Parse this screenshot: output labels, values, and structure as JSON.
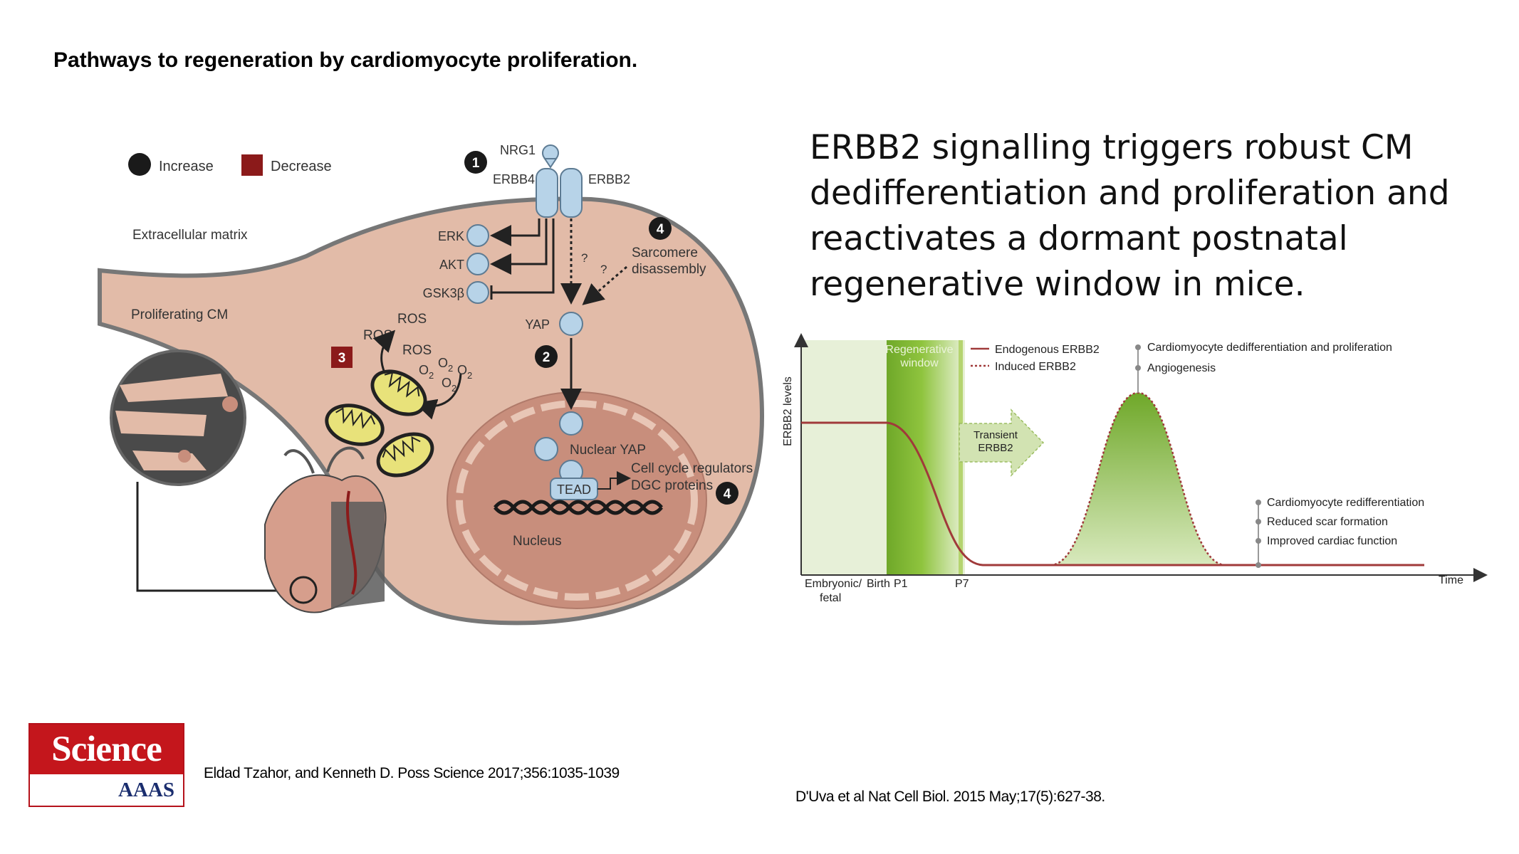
{
  "slide": {
    "title": "Pathways to regeneration by cardiomyocyte proliferation.",
    "statement_lines": [
      "ERBB2 signalling triggers robust CM",
      "dedifferentiation and proliferation and",
      "reactivates a dormant postnatal",
      "regenerative window in mice."
    ],
    "citation_left": "Eldad Tzahor, and Kenneth D. Poss Science 2017;356:1035-1039",
    "citation_right": "D'Uva et al Nat Cell Biol. 2015 May;17(5):627-38."
  },
  "logo": {
    "top_text": "Science",
    "bottom_text": "AAAS",
    "color": "#c4161c"
  },
  "left_figure": {
    "legend": {
      "increase": "Increase",
      "decrease": "Decrease",
      "increase_color": "#1a1a1a",
      "decrease_color": "#8b1a1a"
    },
    "regions": {
      "ecm": "Extracellular matrix",
      "cm": "Proliferating CM",
      "nucleus": "Nucleus"
    },
    "receptor": {
      "ligand": "NRG1",
      "left": "ERBB4",
      "right": "ERBB2"
    },
    "kinases": [
      "ERK",
      "AKT",
      "GSK3β"
    ],
    "sarcomere": [
      "Sarcomere",
      "disassembly"
    ],
    "yap": "YAP",
    "question": "?",
    "nuclear_yap": "Nuclear YAP",
    "tead": "TEAD",
    "targets": [
      "Cell cycle regulators",
      "DGC proteins"
    ],
    "ros": "ROS",
    "o2": "O",
    "o2_sub": "2",
    "markers": {
      "one": "1",
      "two": "2",
      "three": "3",
      "four": "4"
    },
    "colors": {
      "cell": "#e2bba8",
      "nucleus": "#c88e7c",
      "node": "#b7d3e8",
      "mito": "#e8e27a"
    }
  },
  "right_chart": {
    "type": "diagram-timeline",
    "ylabel": "ERBB2 levels",
    "xlabel": "Time",
    "x_ticks": [
      "Embryonic/",
      "fetal",
      "Birth",
      "P1",
      "P7"
    ],
    "window_label": [
      "Regenerative",
      "window"
    ],
    "legend": [
      "Endogenous ERBB2",
      "Induced ERBB2"
    ],
    "transient_label": [
      "Transient",
      "ERBB2"
    ],
    "peak_notes": [
      "Cardiomyocyte dedifferentiation and proliferation",
      "Angiogenesis"
    ],
    "after_notes": [
      "Cardiomyocyte redifferentiation",
      "Reduced scar formation",
      "Improved cardiac function"
    ],
    "colors": {
      "endogenous": "#a03a3a",
      "induced": "#a03a3a",
      "window": "#6fa829",
      "peak": "#6fa829"
    }
  }
}
